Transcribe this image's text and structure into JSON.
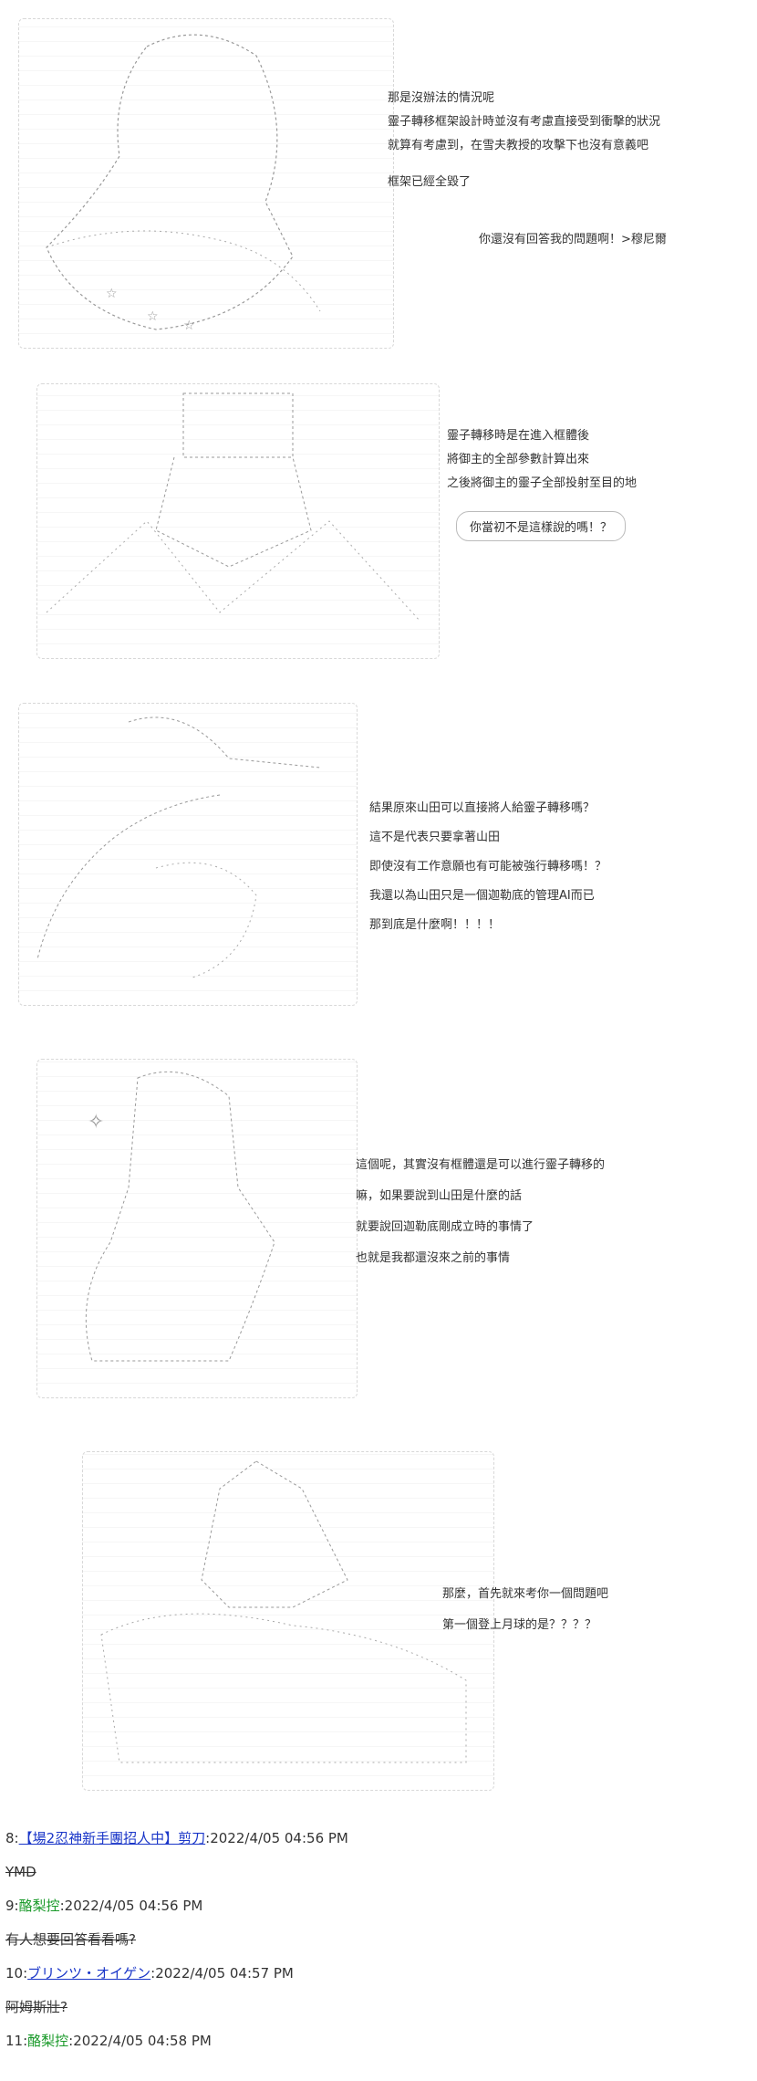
{
  "panels": [
    {
      "id": "panel-1",
      "lines": [
        "那是沒辦法的情況呢",
        "靈子轉移框架設計時並沒有考慮直接受到衝擊的狀況",
        "就算有考慮到，在雪夫教授的攻擊下也沒有意義吧",
        "框架已經全毀了"
      ],
      "extra": "你還沒有回答我的問題啊！>穆尼爾"
    },
    {
      "id": "panel-2",
      "lines": [
        "靈子轉移時是在進入框體後",
        "將御主的全部參數計算出來",
        "之後將御主的靈子全部投射至目的地"
      ],
      "bubble": "你當初不是這樣說的嗎！？"
    },
    {
      "id": "panel-3",
      "lines": [
        "結果原來山田可以直接將人給靈子轉移嗎？",
        "這不是代表只要拿著山田",
        "即使沒有工作意願也有可能被強行轉移嗎！？",
        "我還以為山田只是一個迦勒底的管理AI而已",
        "那到底是什麼啊！！！！"
      ]
    },
    {
      "id": "panel-4",
      "lines": [
        "這個呢，其實沒有框體還是可以進行靈子轉移的",
        "嘛，如果要說到山田是什麼的話",
        "就要說回迦勒底剛成立時的事情了",
        "也就是我都還沒來之前的事情"
      ]
    },
    {
      "id": "panel-5",
      "lines": [
        "那麼，首先就來考你一個問題吧",
        "第一個登上月球的是？？？？"
      ]
    }
  ],
  "comments": [
    {
      "num": "8:",
      "name": "【場2忍神新手團招人中】剪刀",
      "name_style": "link",
      "time": ":2022/4/05 04:56 PM"
    },
    {
      "body": "YMD"
    },
    {
      "num": "9:",
      "name": "酪梨控",
      "name_style": "green",
      "time": ":2022/4/05 04:56 PM"
    },
    {
      "body": "有人想要回答看看嗎?"
    },
    {
      "num": "10:",
      "name": "ブリンツ・オイゲン",
      "name_style": "link",
      "time": ":2022/4/05 04:57 PM"
    },
    {
      "body": "阿姆斯壯?"
    },
    {
      "num": "11:",
      "name": "酪梨控",
      "name_style": "green",
      "time": ":2022/4/05 04:58 PM"
    }
  ]
}
